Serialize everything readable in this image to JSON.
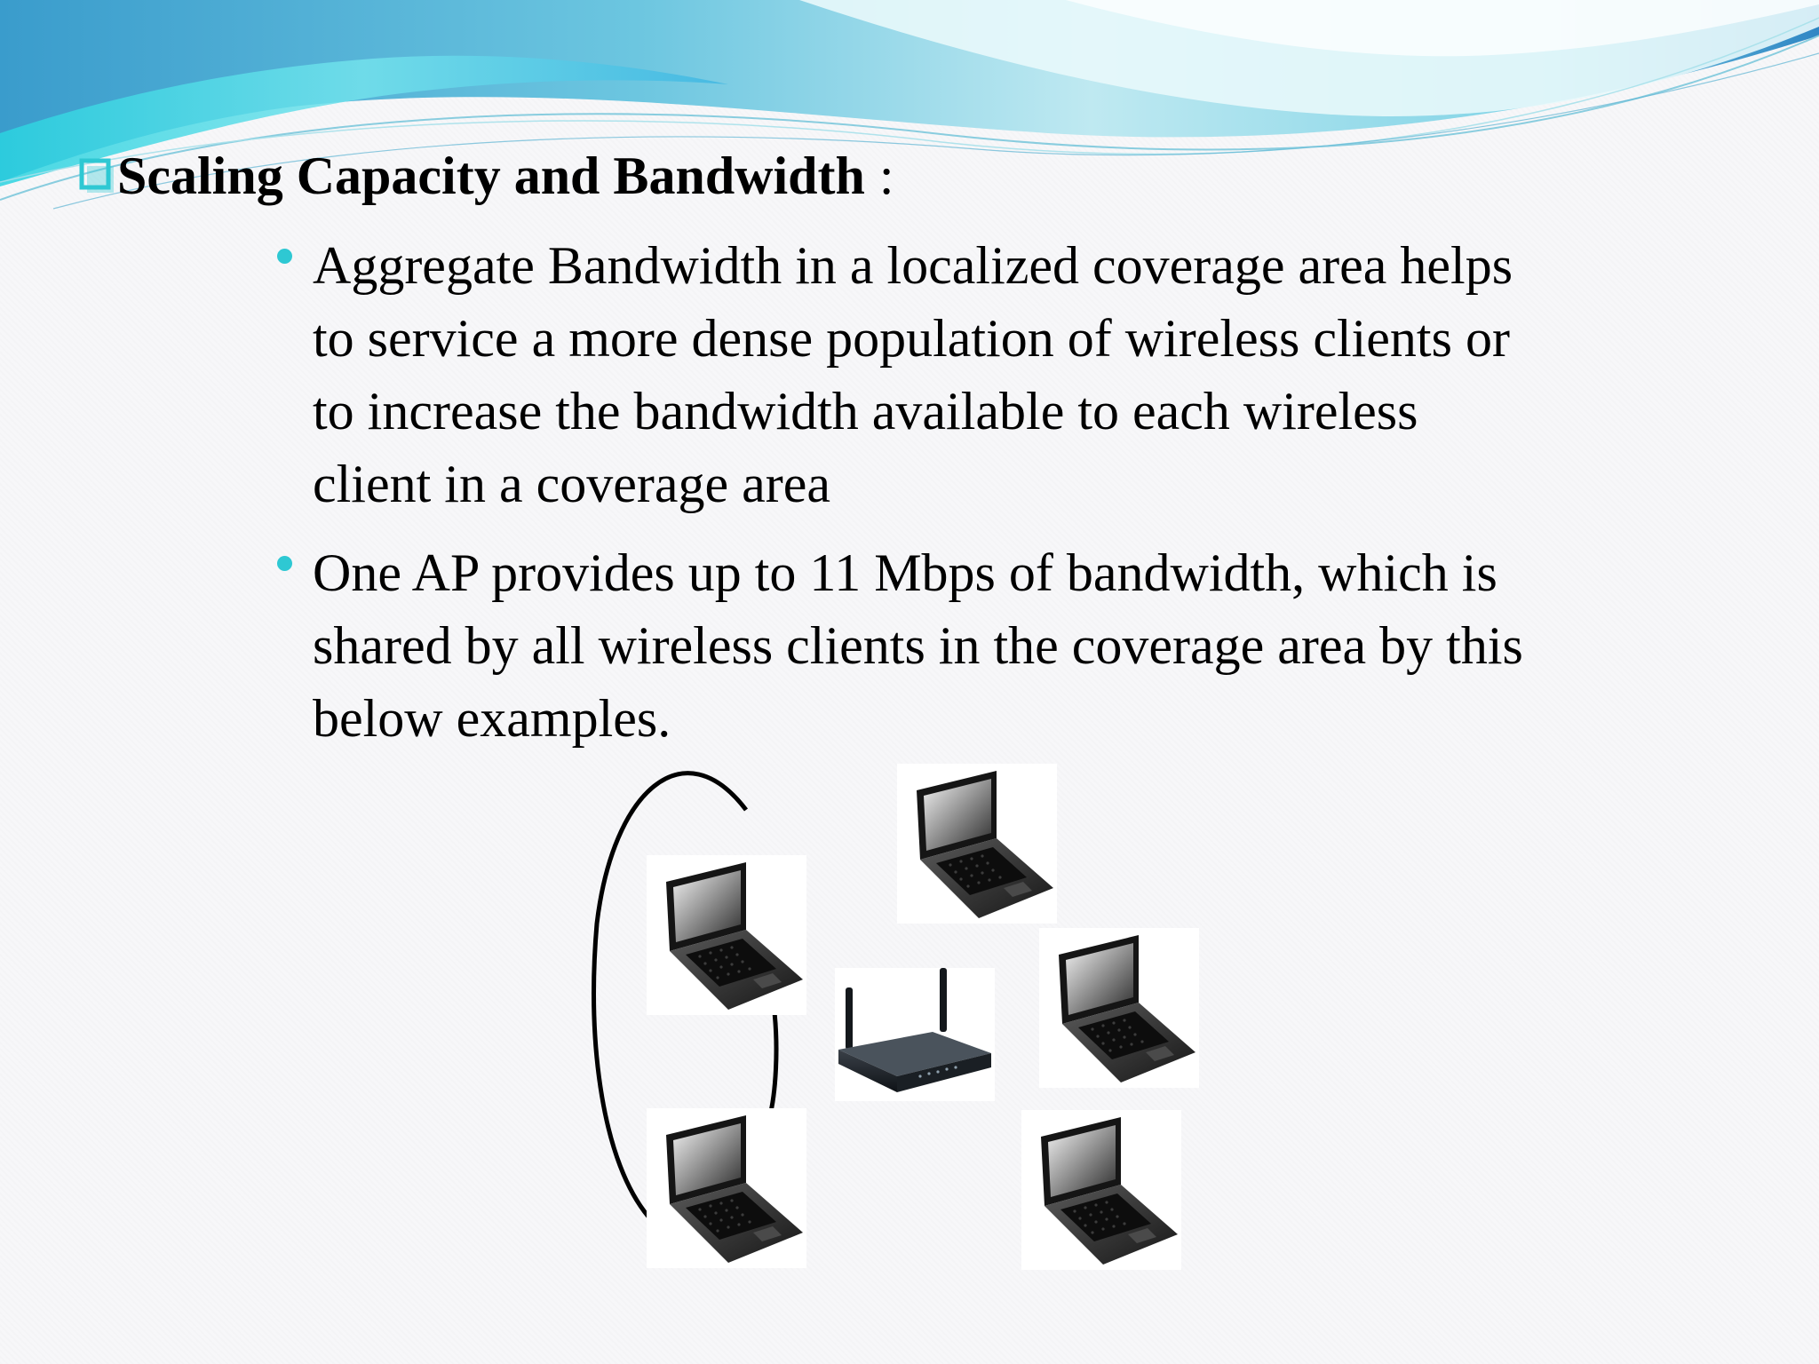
{
  "slide": {
    "heading": {
      "icon": "checkbox-bullet-icon",
      "title": "Scaling Capacity and Bandwidth",
      "suffix": ":"
    },
    "bullets": [
      {
        "text": "Aggregate Bandwidth in a localized coverage area helps\nto service a more dense population of wireless clients or\nto increase the bandwidth available to each wireless\nclient in a coverage area"
      },
      {
        "text": "One AP provides up to 11 Mbps of bandwidth, which is\nshared by all wireless clients in the coverage area by this\nbelow examples."
      }
    ],
    "colors": {
      "accent": "#2ec8d3",
      "wave_light": "#bfeef3",
      "wave_mid": "#7fd7e6",
      "wave_dark": "#3f8fc6"
    },
    "diagram": {
      "devices": [
        "laptop-icon",
        "laptop-icon",
        "wireless-router-icon",
        "laptop-icon",
        "laptop-icon",
        "laptop-icon"
      ],
      "connector": "curved-line"
    }
  }
}
